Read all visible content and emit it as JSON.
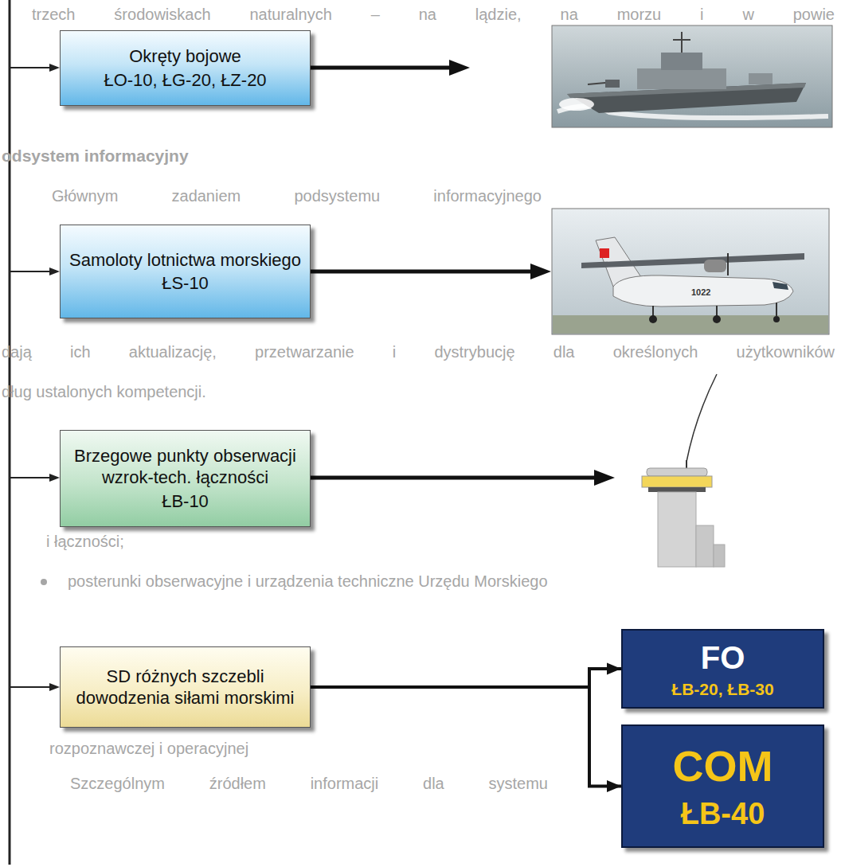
{
  "diagram": {
    "nodes": [
      {
        "text": [
          "Okręty bojowe",
          "ŁO-10, ŁG-20, ŁZ-20"
        ]
      },
      {
        "text": [
          "Samoloty lotnictwa morskiego",
          "ŁS-10"
        ]
      },
      {
        "text": [
          "Brzegowe punkty obserwacji wzrok-tech. łączności",
          "ŁB-10"
        ]
      },
      {
        "text": [
          "SD różnych szczebli dowodzenia siłami morskimi"
        ]
      },
      {
        "text": [
          "FO",
          "ŁB-20, ŁB-30"
        ]
      },
      {
        "text": [
          "COM",
          "ŁB-40"
        ]
      }
    ],
    "edges": [
      {
        "from": 3,
        "to": 4,
        "arrow": "to"
      },
      {
        "from": 3,
        "to": 5,
        "arrow": "to"
      }
    ],
    "labels": [
      "trzech środowiskach naturalnych – na lądzie, na morzu i w powie",
      "odsystem informacyjny",
      "Głównym zadaniem podsystemu informacyjnego",
      "1022",
      "dają ich aktualizację, przetwarzanie i dystrybucję dla określonych użytkowników",
      "dług ustalonych kompetencji.",
      "i łączności;",
      "posterunki obserwacyjne i urządzenia techniczne Urzędu Morskiego",
      "rozpoznawczej i operacyjnej",
      "Szczególnym źródłem informacji dla systemu"
    ]
  }
}
